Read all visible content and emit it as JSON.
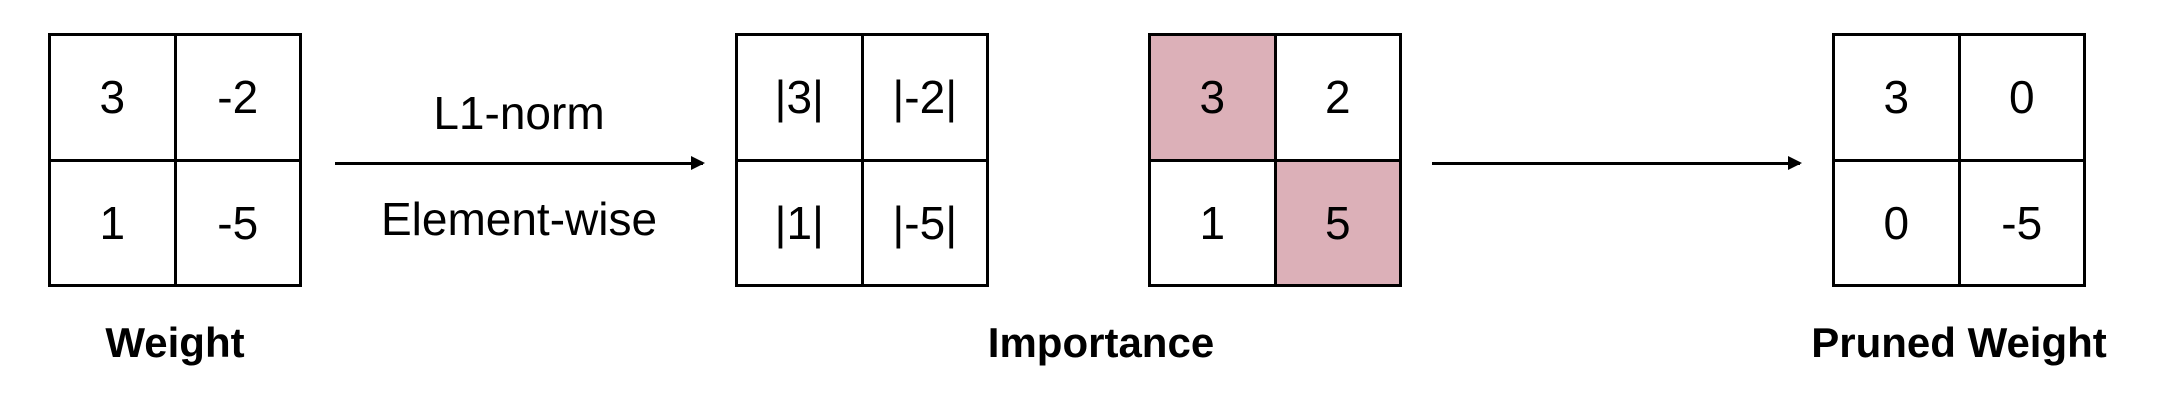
{
  "weight": {
    "caption": "Weight",
    "cells": [
      "3",
      "-2",
      "1",
      "-5"
    ]
  },
  "abs_matrix": {
    "cells": [
      "|3|",
      "|-2|",
      "|1|",
      "|-5|"
    ]
  },
  "importance": {
    "caption": "Importance",
    "cells": [
      "3",
      "2",
      "1",
      "5"
    ],
    "highlight_color": "#dcb0b8"
  },
  "pruned": {
    "caption": "Pruned Weight",
    "cells": [
      "3",
      "0",
      "0",
      "-5"
    ]
  },
  "arrow1": {
    "label_top": "L1-norm",
    "label_bottom": "Element-wise"
  }
}
